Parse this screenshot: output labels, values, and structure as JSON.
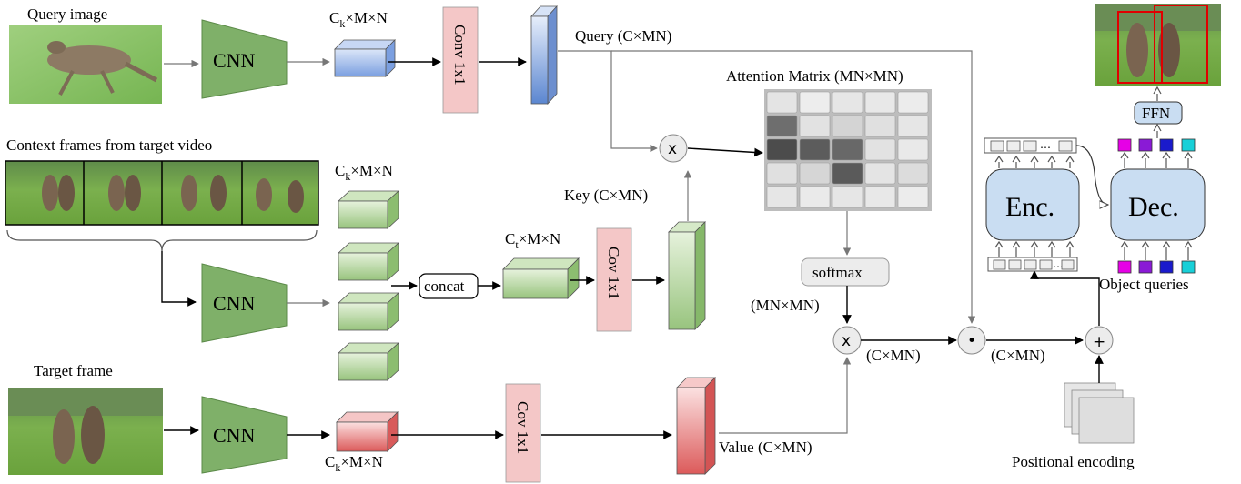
{
  "labels": {
    "query_image": "Query image",
    "context_frames": "Context frames from target video",
    "target_frame": "Target frame",
    "cnn": "CNN",
    "ck_m": "C",
    "ck_sub": "k",
    "mxn": "×M×N",
    "ct_sub": "t",
    "conv_query": "Conv 1x1",
    "cov_key": "Cov 1x1",
    "cov_value": "Cov 1x1",
    "concat": "concat",
    "query": "Query (C×MN)",
    "key": "Key (C×MN)",
    "value": "Value (C×MN)",
    "attention_matrix": "Attention Matrix (MN×MN)",
    "softmax": "softmax",
    "mnxmn": "(MN×MN)",
    "cxmn": "(C×MN)",
    "times": "x",
    "dot": "•",
    "plus": "+",
    "enc": "Enc.",
    "dec": "Dec.",
    "ffn": "FFN",
    "object_queries": "Object queries",
    "positional_encoding": "Positional encoding"
  },
  "attention_matrix_shades": [
    [
      "#e4e4e4",
      "#ededed",
      "#e6e6e6",
      "#e8e8e8",
      "#ececec"
    ],
    [
      "#6e6e6e",
      "#e2e2e2",
      "#d4d4d4",
      "#e0e0e0",
      "#e6e6e6"
    ],
    [
      "#4c4c4c",
      "#5c5c5c",
      "#686868",
      "#e2e2e2",
      "#e9e9e9"
    ],
    [
      "#e0e0e0",
      "#d6d6d6",
      "#5a5a5a",
      "#e4e4e4",
      "#dcdcdc"
    ],
    [
      "#e6e6e6",
      "#eaeaea",
      "#e6e6e6",
      "#e8e8e8",
      "#ececec"
    ]
  ],
  "object_query_colors": [
    "#e600e6",
    "#8a1ad6",
    "#1a1acc",
    "#18d0d8"
  ],
  "colors": {
    "cnn_fill": "#7fb069",
    "green_block": "#a9d18e",
    "blue_block": "#8faadc",
    "red_block": "#ea8f8f",
    "conv_fill": "#f4c7c7",
    "enc_dec_fill": "#c9ddf2",
    "bbox_red": "#e00000"
  }
}
